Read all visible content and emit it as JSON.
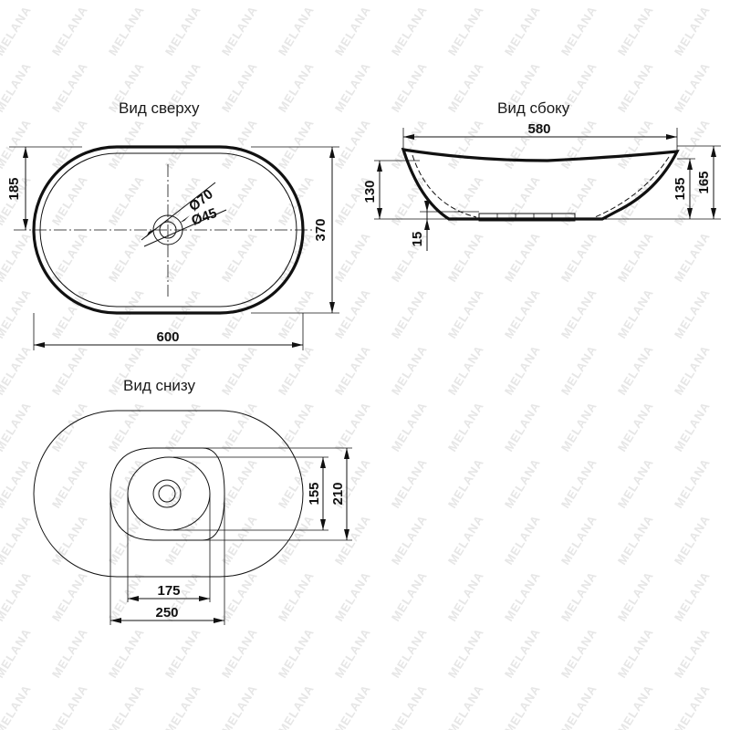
{
  "watermark": "MELANA",
  "views": {
    "top": {
      "title": "Вид сверху",
      "dims": {
        "width": "600",
        "height": "370",
        "half_height": "185",
        "outer_drain": "Ø70",
        "inner_drain": "Ø45"
      }
    },
    "side": {
      "title": "Вид сбоку",
      "dims": {
        "length": "580",
        "total_height": "165",
        "rim_height": "135",
        "body_height": "130",
        "base_height": "15"
      }
    },
    "bottom": {
      "title": "Вид снизу",
      "dims": {
        "foot_width": "250",
        "inner_width": "175",
        "foot_height": "210",
        "inner_height": "155"
      }
    }
  }
}
